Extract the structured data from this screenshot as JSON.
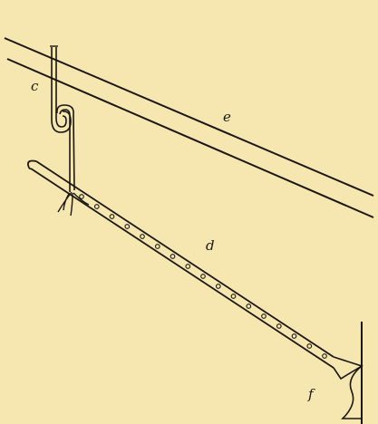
{
  "figure": {
    "labels": {
      "c": "c",
      "e": "e",
      "d": "d",
      "f": "f"
    },
    "ink_color": "#1a1712",
    "paper_color": "#f6e7b0",
    "rod_hole_count": 17
  }
}
